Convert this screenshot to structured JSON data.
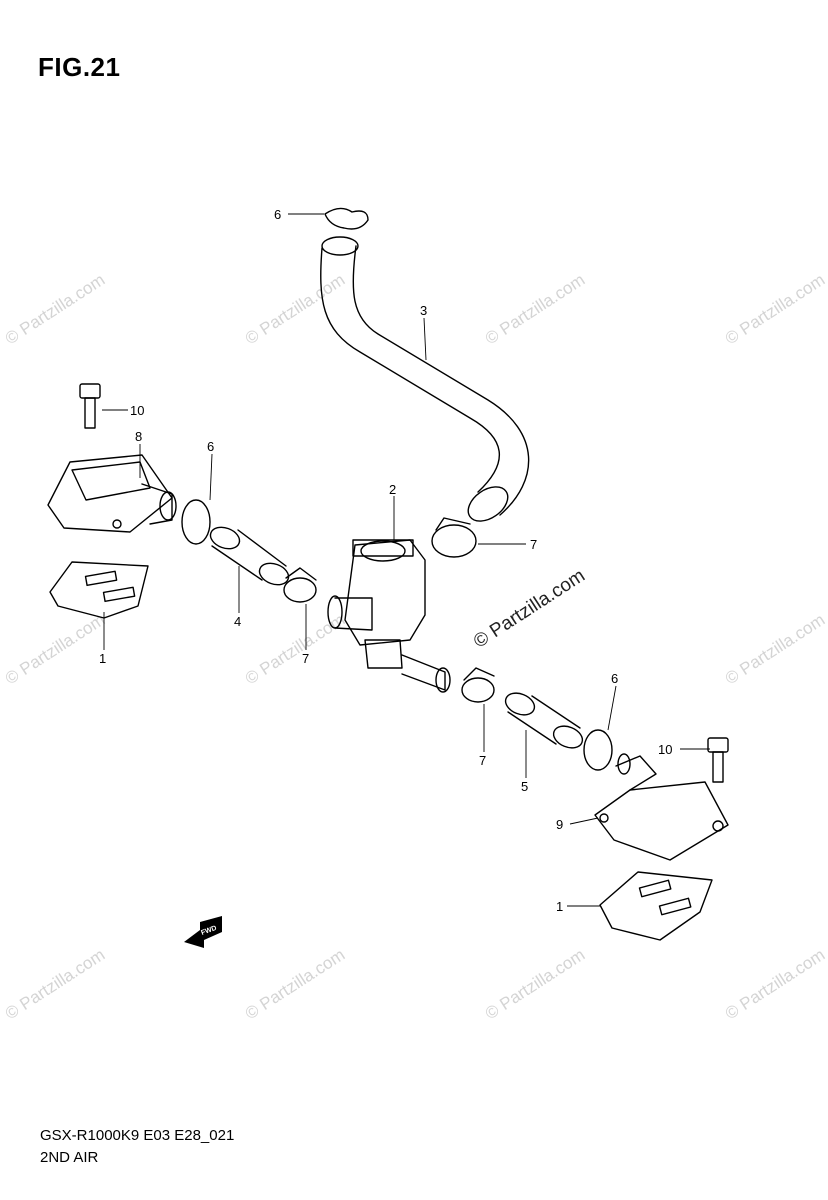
{
  "figure": {
    "title": "FIG.21"
  },
  "footer": {
    "code": "GSX-R1000K9 E03 E28_021",
    "name": "2ND AIR"
  },
  "watermark": {
    "text": "© Partzilla.com",
    "stamp": "© Partzilla.com"
  },
  "callouts": [
    {
      "num": "1"
    },
    {
      "num": "1"
    },
    {
      "num": "2"
    },
    {
      "num": "3"
    },
    {
      "num": "4"
    },
    {
      "num": "5"
    },
    {
      "num": "6"
    },
    {
      "num": "6"
    },
    {
      "num": "6"
    },
    {
      "num": "7"
    },
    {
      "num": "7"
    },
    {
      "num": "7"
    },
    {
      "num": "8"
    },
    {
      "num": "9"
    },
    {
      "num": "10"
    },
    {
      "num": "10"
    }
  ],
  "fwd_label": "FWD"
}
